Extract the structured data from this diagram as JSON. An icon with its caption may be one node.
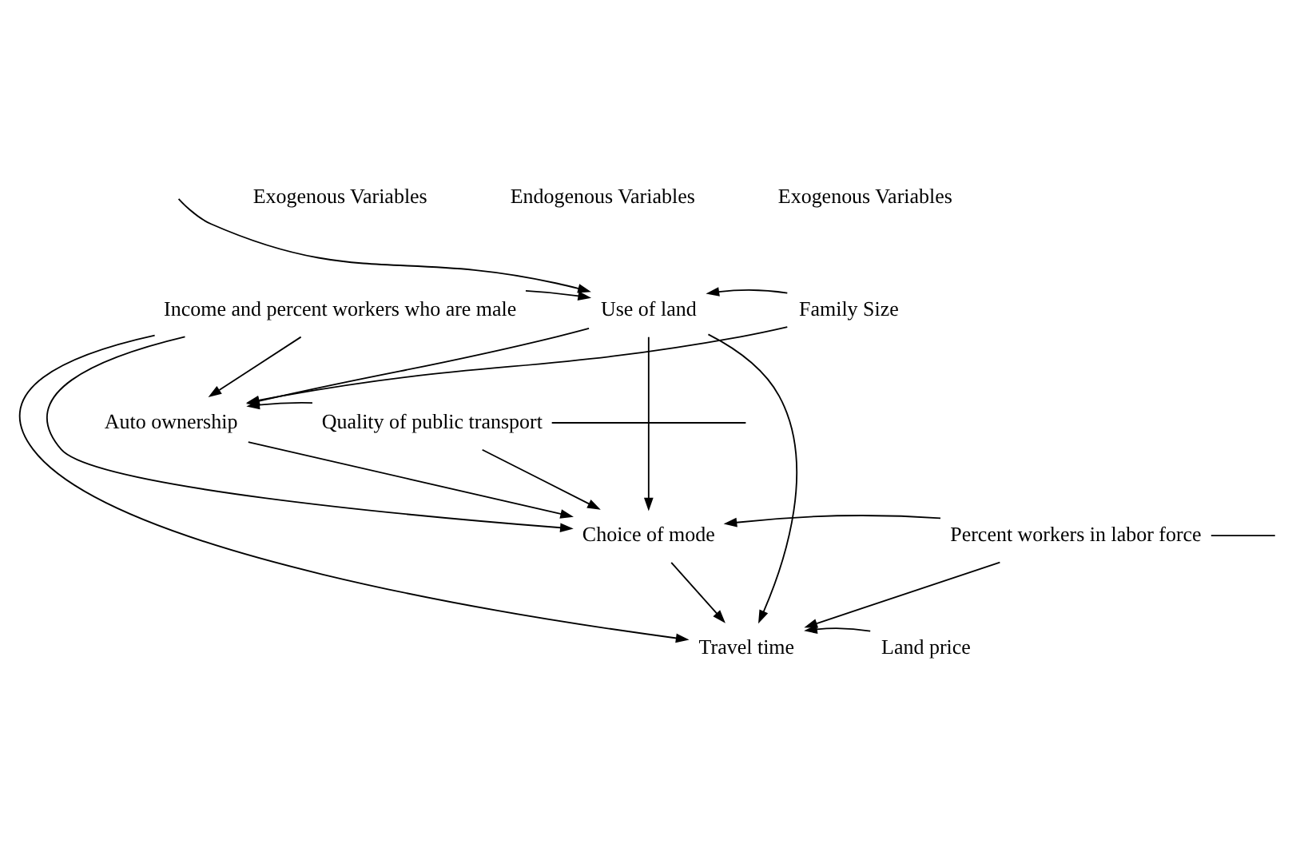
{
  "diagram": {
    "nodes": [
      {
        "text": [
          "Use of land"
        ]
      },
      {
        "text": [
          "Auto ownership"
        ]
      },
      {
        "text": [
          "Choice of mode"
        ]
      },
      {
        "text": [
          "Travel time"
        ]
      },
      {
        "text": [
          "Income and percent workers who are male"
        ]
      },
      {
        "text": [
          "Family Size"
        ]
      },
      {
        "text": [
          "Quality of public transport"
        ]
      },
      {
        "text": [
          "Percent workers in labor force"
        ]
      },
      {
        "text": [
          "Land price"
        ]
      }
    ],
    "edges": [
      {
        "from": null,
        "to": 0,
        "arrow": "to"
      },
      {
        "from": 0,
        "to": 1,
        "arrow": "to"
      },
      {
        "from": 1,
        "to": 2,
        "arrow": "to"
      },
      {
        "from": 2,
        "to": 3,
        "arrow": "to"
      },
      {
        "from": 4,
        "to": 0,
        "arrow": "to"
      },
      {
        "from": 4,
        "to": 1,
        "arrow": "to"
      },
      {
        "from": 4,
        "to": 2,
        "arrow": "to"
      },
      {
        "from": 4,
        "to": 3,
        "arrow": "to"
      },
      {
        "from": 0,
        "to": 2,
        "arrow": "to"
      },
      {
        "from": 0,
        "to": 3,
        "arrow": "to"
      },
      {
        "from": 5,
        "to": 0,
        "arrow": "to"
      },
      {
        "from": 5,
        "to": 1,
        "arrow": "to"
      },
      {
        "from": 6,
        "to": 1,
        "arrow": "to"
      },
      {
        "from": 6,
        "to": 2,
        "arrow": "to"
      },
      {
        "from": 6,
        "to": null,
        "arrow": "none"
      },
      {
        "from": 7,
        "to": 2,
        "arrow": "to"
      },
      {
        "from": 7,
        "to": 3,
        "arrow": "to"
      },
      {
        "from": 7,
        "to": null,
        "arrow": "none"
      },
      {
        "from": 8,
        "to": 3,
        "arrow": "to"
      }
    ],
    "labels": [
      "Exogenous Variables",
      "Endogenous Variables",
      "Exogenous Variables"
    ]
  }
}
